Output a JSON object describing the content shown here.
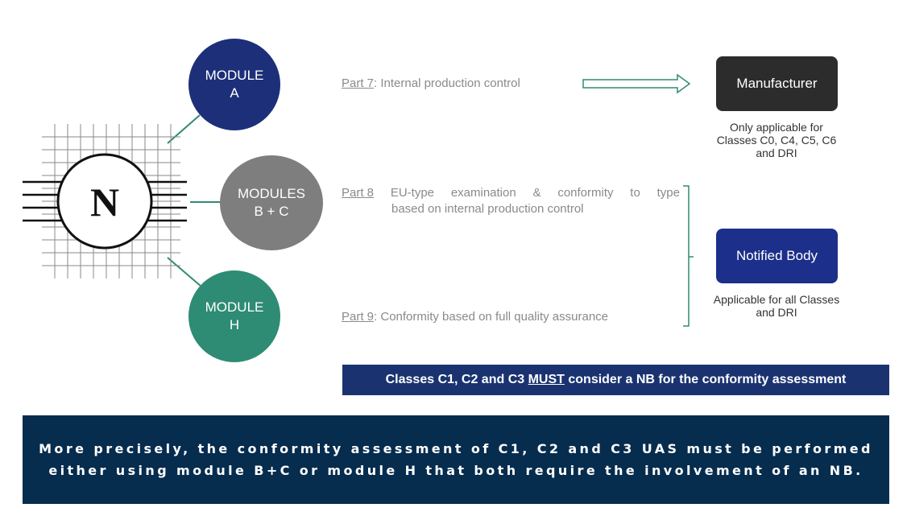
{
  "modules": {
    "a": {
      "line1": "MODULE",
      "line2": "A",
      "color": "#1c2f78"
    },
    "bc": {
      "line1": "MODULES",
      "line2": "B + C",
      "color": "#7e7e7e"
    },
    "h": {
      "line1": "MODULE",
      "line2": "H",
      "color": "#2e8b74"
    }
  },
  "logo": {
    "letter": "N"
  },
  "parts": {
    "p7": {
      "num": "Part 7",
      "text": ": Internal production control"
    },
    "p8": {
      "num": "Part 8",
      "line1_words": [
        "EU-type",
        "examination",
        "&",
        "conformity",
        "to",
        "type"
      ],
      "line2": "based on internal production control"
    },
    "p9": {
      "num": "Part 9",
      "text": ": Conformity based on full quality assurance"
    }
  },
  "boxes": {
    "manufacturer": {
      "label": "Manufacturer",
      "note": [
        "Only applicable for",
        "Classes C0, C4, C5, C6",
        "and DRI"
      ],
      "color": "#2c2c2c"
    },
    "notified_body": {
      "label": "Notified Body",
      "note": [
        "Applicable for all Classes",
        "and DRI"
      ],
      "color": "#1c2f8a"
    }
  },
  "banners": {
    "must": {
      "before": "Classes C1, C2 and C3 ",
      "emph": "MUST",
      "after": " consider a NB for the conformity assessment"
    },
    "precise": "More precisely, the conformity assessment of C1, C2 and C3 UAS must be performed either using module B+C or module H that both require the involvement of an NB."
  },
  "colors": {
    "connector": "#2e8b74",
    "bracket": "#2e8b74",
    "arrow": "#2e8b74"
  }
}
